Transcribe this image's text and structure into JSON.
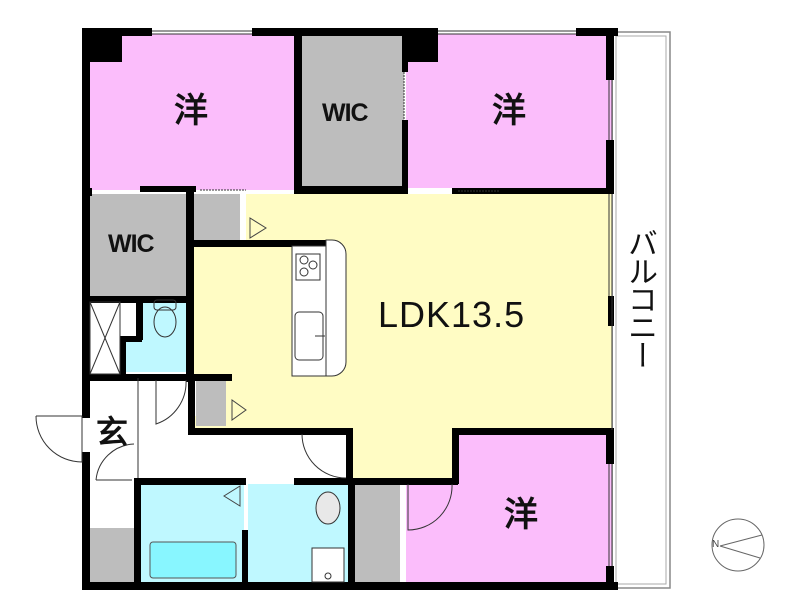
{
  "plan": {
    "type": "apartment-floor-plan",
    "layout": "3LDK",
    "colors": {
      "western_room": "#fbbdfb",
      "ldk": "#fffcc4",
      "storage": "#bdbdbd",
      "wet_area": "#bff8ff",
      "bathtub": "#88f6ff",
      "wall": "#000000",
      "hall": "#ffffff"
    },
    "rooms": {
      "western_nw": {
        "label": "洋"
      },
      "wic_top": {
        "label": "WIC"
      },
      "western_ne": {
        "label": "洋"
      },
      "wic_left": {
        "label": "WIC"
      },
      "ldk": {
        "label": "LDK13.5"
      },
      "western_se": {
        "label": "洋"
      },
      "entrance": {
        "label": "玄"
      },
      "balcony": {
        "label": "バルコニー"
      }
    },
    "compass": {
      "label": "N"
    }
  }
}
